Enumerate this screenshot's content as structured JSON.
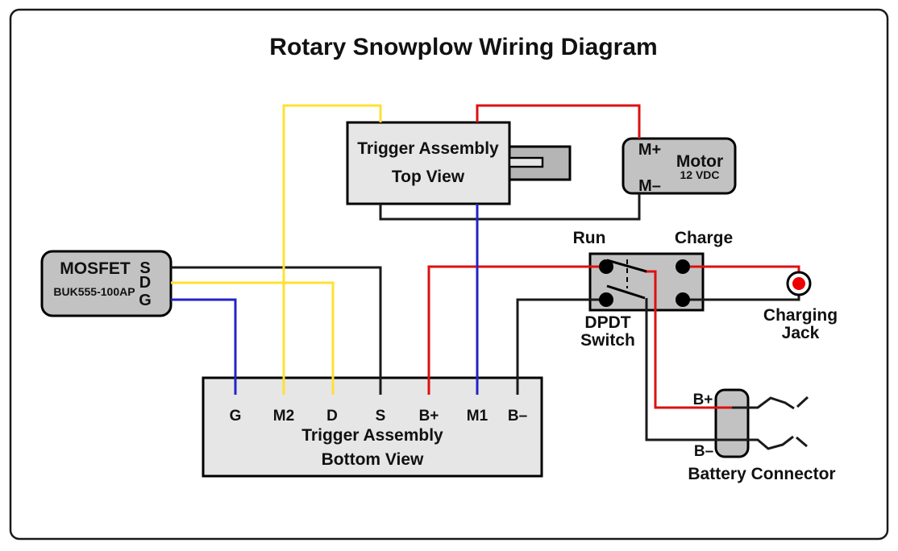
{
  "title": "Rotary Snowplow Wiring Diagram",
  "colors": {
    "wire_red": "#dd1010",
    "wire_yellow": "#ffe033",
    "wire_blue": "#2323c8",
    "wire_black": "#1a1a1a",
    "component_fill": "#c2c2c2",
    "assembly_fill": "#e6e6e6",
    "trigger_blade_fill": "#b5b5b5",
    "jack_dot_red": "#ee0000"
  },
  "mosfet": {
    "name": "MOSFET",
    "part_number": "BUK555-100AP",
    "pins": [
      "S",
      "D",
      "G"
    ]
  },
  "trigger_top": {
    "line1": "Trigger Assembly",
    "line2": "Top View"
  },
  "trigger_bottom": {
    "line1": "Trigger Assembly",
    "line2": "Bottom View",
    "terminals": [
      "G",
      "M2",
      "D",
      "S",
      "B+",
      "M1",
      "B–"
    ]
  },
  "motor": {
    "name": "Motor",
    "rating": "12 VDC",
    "terminal_plus": "M+",
    "terminal_minus": "M–"
  },
  "dpdt_switch": {
    "position_left": "Run",
    "position_right": "Charge",
    "label_line1": "DPDT",
    "label_line2": "Switch"
  },
  "charging_jack": {
    "label_line1": "Charging",
    "label_line2": "Jack"
  },
  "battery_connector": {
    "label": "Battery Connector",
    "terminal_plus": "B+",
    "terminal_minus": "B–"
  }
}
